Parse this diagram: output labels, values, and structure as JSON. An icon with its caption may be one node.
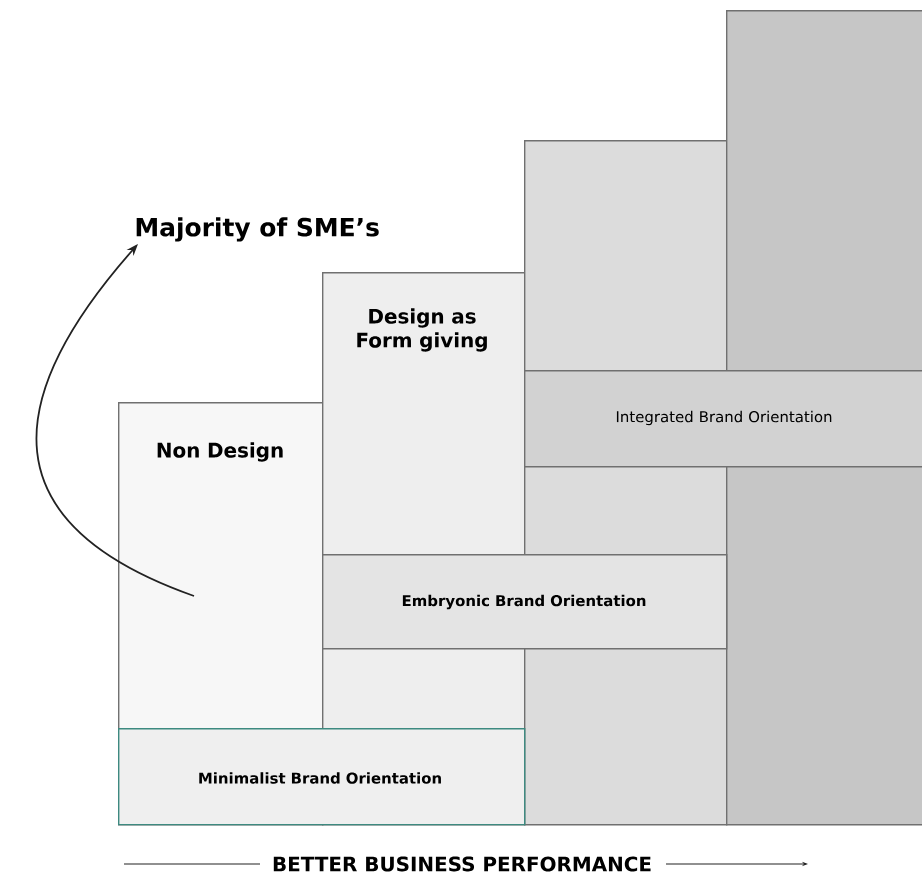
{
  "diagram": {
    "nodes": [
      {
        "text": [
          "Non Design"
        ]
      },
      {
        "text": [
          "Design as Form giving"
        ]
      },
      {
        "text": [],
        "shape": "box"
      },
      {
        "text": [],
        "shape": "box"
      },
      {
        "text": [
          "Minimalist Brand Orientation"
        ]
      },
      {
        "text": [
          "Embryonic Brand Orientation"
        ]
      },
      {
        "text": [
          "Integrated Brand Orientation"
        ]
      },
      {
        "text": [
          "Majority of SME’s"
        ]
      }
    ],
    "edges": [
      {
        "from": 0,
        "to": 7,
        "arrow": "to"
      }
    ],
    "labels": [
      "BETTER BUSINESS PERFORMANCE"
    ]
  }
}
